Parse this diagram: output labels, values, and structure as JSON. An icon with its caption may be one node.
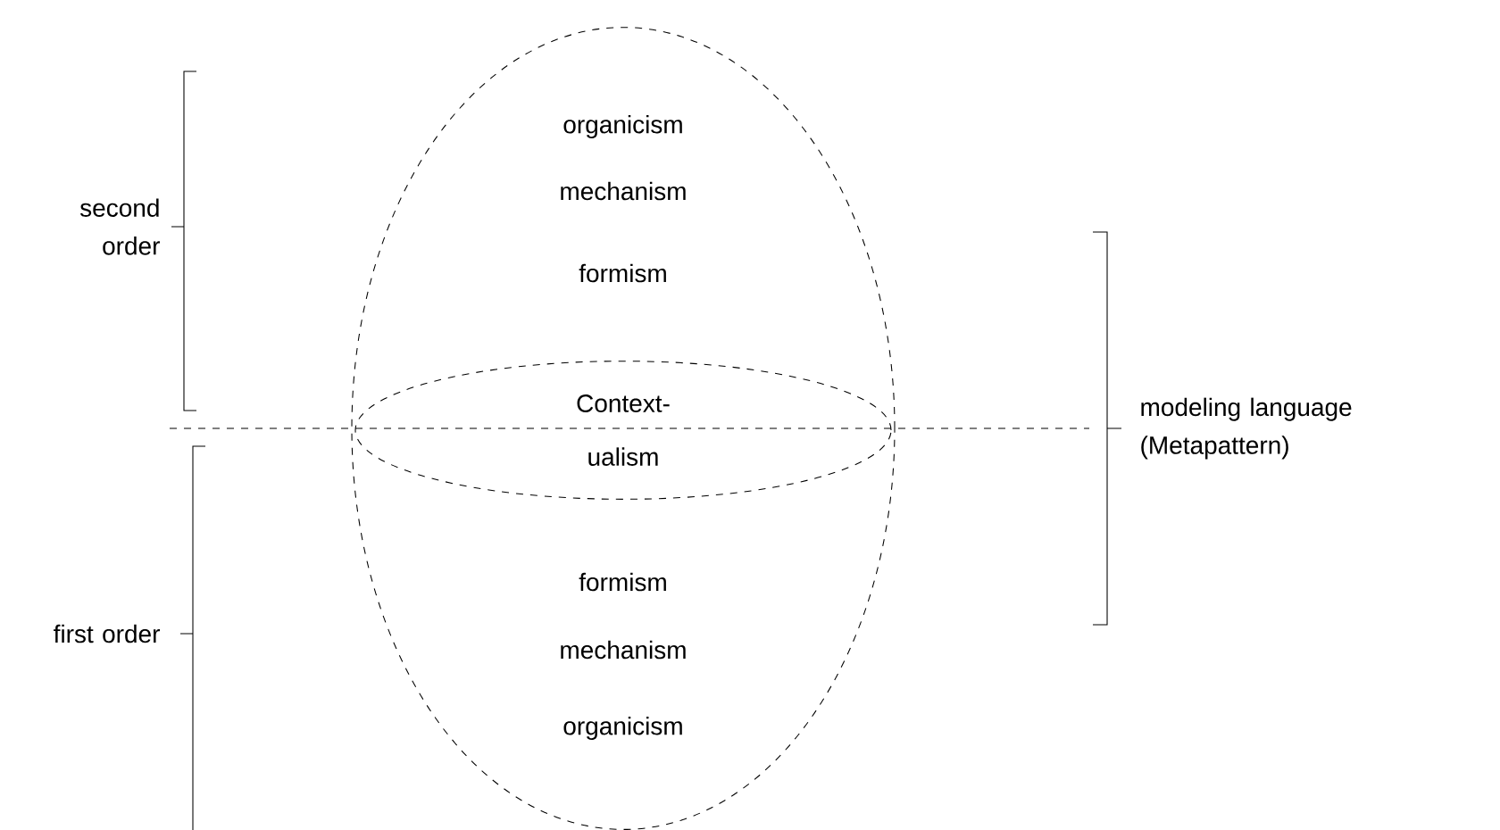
{
  "diagram": {
    "nodes": [
      {
        "text": [
          "organicism",
          "mechanism",
          "formism",
          "formism",
          "mechanism",
          "organicism"
        ]
      },
      {
        "text": [
          "Context- ualism"
        ],
        "in": 0
      }
    ],
    "labels": [
      "second order",
      "modeling language (Metapattern)",
      "first order"
    ]
  }
}
